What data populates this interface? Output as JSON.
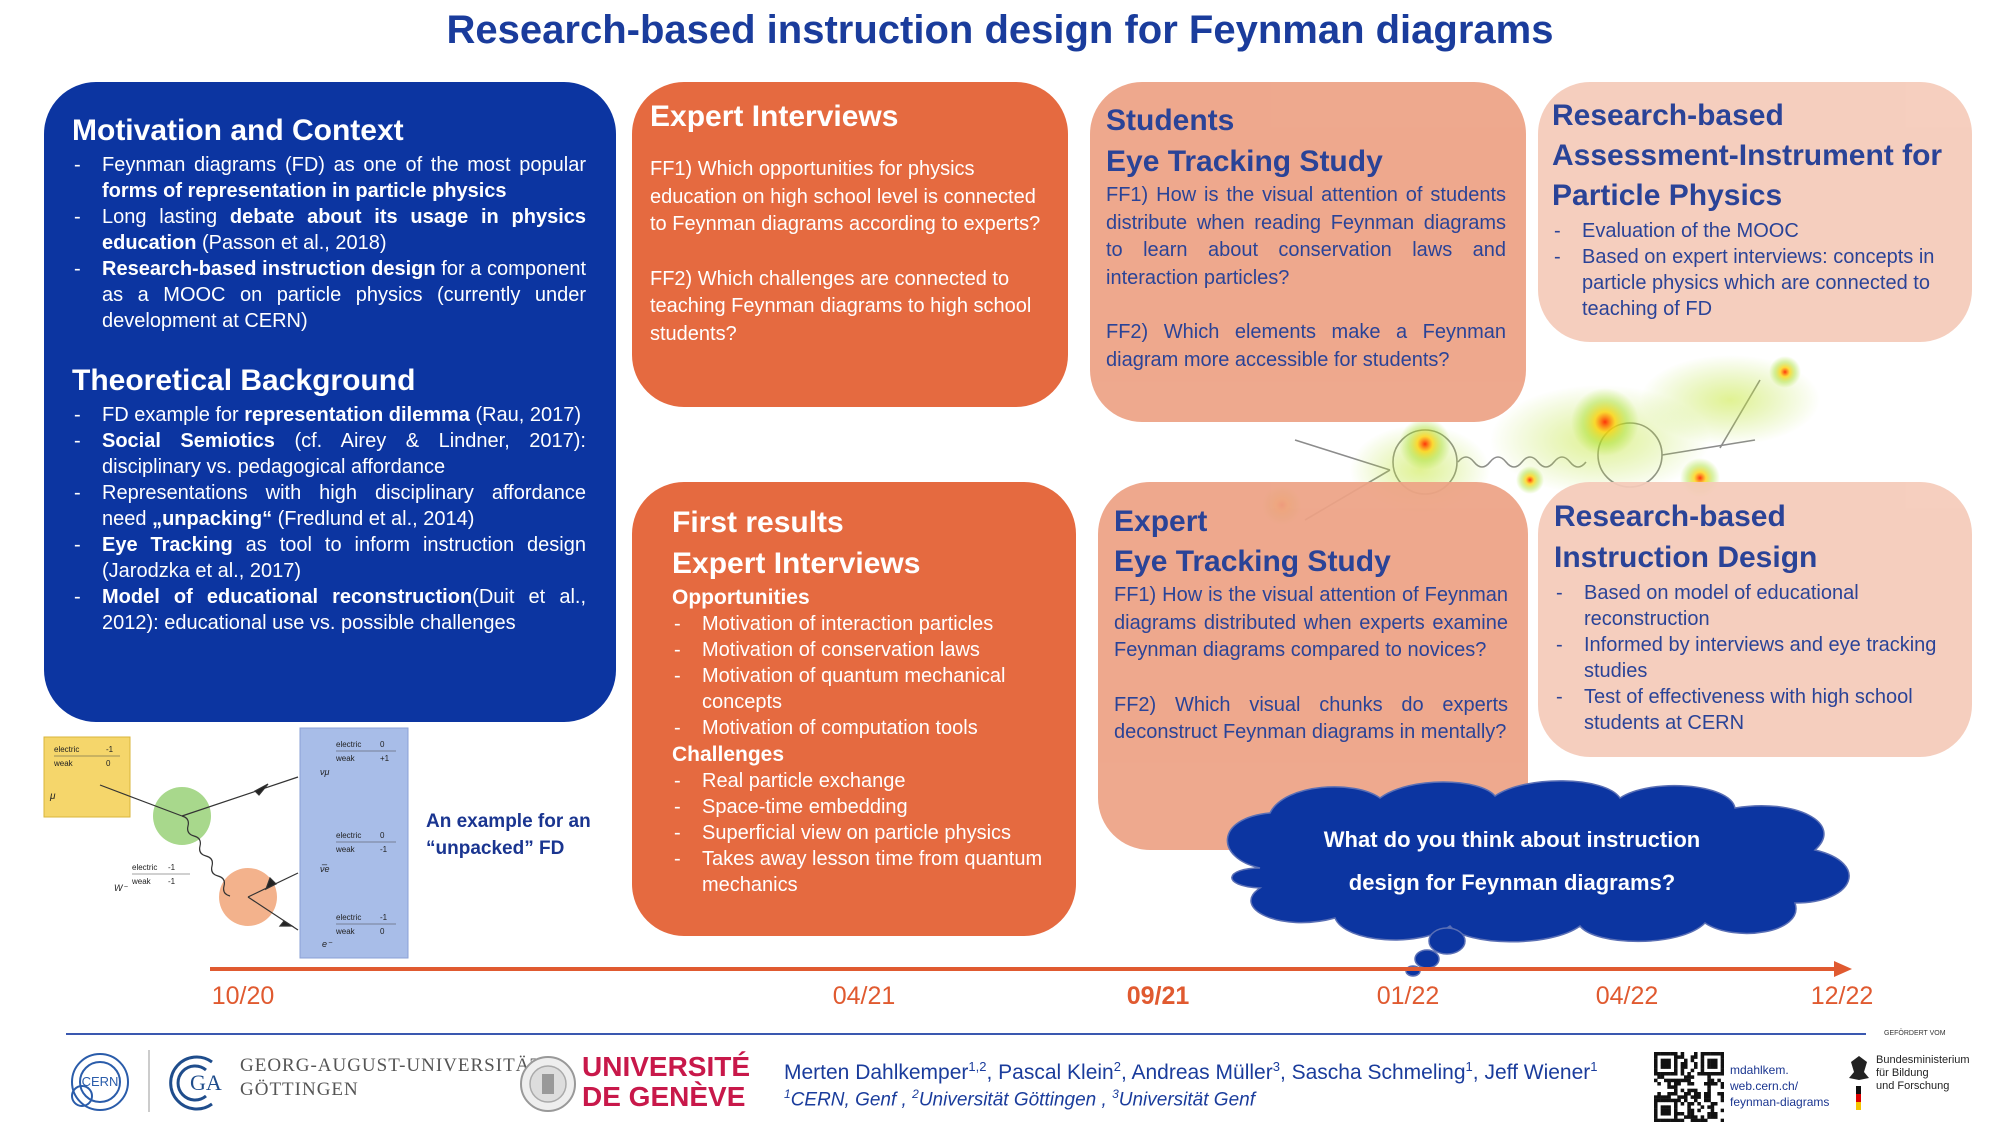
{
  "title": "Research-based instruction design for Feynman diagrams",
  "motivation": {
    "heading": "Motivation and Context",
    "items": [
      [
        {
          "t": "Feynman diagrams (FD) as one of the most popular "
        },
        {
          "t": "forms of representation in particle physics",
          "b": true
        }
      ],
      [
        {
          "t": "Long lasting "
        },
        {
          "t": "debate about its usage in physics education",
          "b": true
        },
        {
          "t": " (Passon et al., 2018)"
        }
      ],
      [
        {
          "t": "Research-based instruction design",
          "b": true
        },
        {
          "t": " for a component as a MOOC on particle physics (currently under development at CERN)"
        }
      ]
    ]
  },
  "theory": {
    "heading": "Theoretical Background",
    "items": [
      [
        {
          "t": "FD example for "
        },
        {
          "t": "representation dilemma",
          "b": true
        },
        {
          "t": " (Rau, 2017)"
        }
      ],
      [
        {
          "t": "Social Semiotics",
          "b": true
        },
        {
          "t": " (cf. Airey & Lindner, 2017): disciplinary vs. pedagogical affordance"
        }
      ],
      [
        {
          "t": "Representations with high disciplinary affordance need "
        },
        {
          "t": "„unpacking“",
          "b": true
        },
        {
          "t": " (Fredlund et al., 2014)"
        }
      ],
      [
        {
          "t": "Eye Tracking",
          "b": true
        },
        {
          "t": " as tool to inform instruction design (Jarodzka et al., 2017)"
        }
      ],
      [
        {
          "t": "Model of educational reconstruction",
          "b": true
        },
        {
          "t": "(Duit et al., 2012): educational use vs. possible challenges"
        }
      ]
    ]
  },
  "expert_interviews": {
    "heading": "Expert Interviews",
    "q1": "FF1) Which opportunities for physics education on high school level is connected to Feynman diagrams according to experts?",
    "q2": "FF2) Which challenges are connected to teaching Feynman diagrams to high school students?"
  },
  "first_results": {
    "heading1": "First results",
    "heading2": "Expert Interviews",
    "opportunities_label": "Opportunities",
    "opportunities": [
      "Motivation of interaction particles",
      "Motivation of conservation laws",
      "Motivation of quantum mechanical concepts",
      "Motivation of computation tools"
    ],
    "challenges_label": "Challenges",
    "challenges": [
      "Real particle exchange",
      "Space-time embedding",
      "Superficial view on particle physics",
      "Takes away lesson time from quantum mechanics"
    ]
  },
  "students_study": {
    "heading1": "Students",
    "heading2": "Eye Tracking Study",
    "q1": "FF1) How is the visual attention of students distribute when reading Feynman diagrams to learn about conservation laws and interaction particles?",
    "q2": "FF2) Which elements make a Feynman diagram more accessible for students?"
  },
  "expert_study": {
    "heading1": "Expert",
    "heading2": "Eye Tracking Study",
    "q1": "FF1) How is the visual attention of Feynman diagrams distributed when experts examine Feynman diagrams compared to novices?",
    "q2": "FF2) Which visual chunks do experts deconstruct Feynman diagrams in mentally?"
  },
  "assessment": {
    "heading": [
      "Research-based",
      "Assessment-Instrument for",
      "Particle Physics"
    ],
    "items": [
      "Evaluation of the MOOC",
      "Based on expert interviews: concepts in particle physics which are connected to teaching of FD"
    ]
  },
  "instruction_design": {
    "heading": [
      "Research-based",
      "Instruction Design"
    ],
    "items": [
      "Based on model of educational reconstruction",
      "Informed by interviews and eye tracking studies",
      "Test of effectiveness with high school students at CERN"
    ]
  },
  "cloud": {
    "line1": "What do you think about instruction",
    "line2": "design for Feynman diagrams?"
  },
  "example_caption": {
    "line1": "An example for an",
    "line2": "“unpacked” FD"
  },
  "fd_diagram": {
    "box_top_left": {
      "electric": "electric",
      "electric_val": "-1",
      "weak": "weak",
      "weak_val": "0",
      "particle": "μ"
    },
    "box_right_1": {
      "electric": "electric",
      "electric_val": "0",
      "weak": "weak",
      "weak_val": "+1",
      "particle": "νμ"
    },
    "box_right_2": {
      "electric": "electric",
      "electric_val": "0",
      "weak": "weak",
      "weak_val": "-1",
      "particle": "ν̅e"
    },
    "box_right_3": {
      "electric": "electric",
      "electric_val": "-1",
      "weak": "weak",
      "weak_val": "0",
      "particle": "e⁻"
    },
    "w_label": {
      "electric": "electric",
      "electric_val": "-1",
      "weak": "weak",
      "weak_val": "-1",
      "particle": "W⁻"
    }
  },
  "timeline": {
    "labels": [
      "10/20",
      "04/21",
      "09/21",
      "01/22",
      "04/22",
      "12/22"
    ],
    "bold_index": 2,
    "color": "#e05a30"
  },
  "authors": {
    "list": [
      {
        "name": "Merten Dahlkemper",
        "sup": "1,2"
      },
      {
        "name": "Pascal Klein",
        "sup": "2"
      },
      {
        "name": "Andreas Müller",
        "sup": "3"
      },
      {
        "name": "Sascha Schmeling",
        "sup": "1"
      },
      {
        "name": "Jeff Wiener",
        "sup": "1"
      }
    ],
    "affiliations": [
      {
        "sup": "1",
        "name": "CERN, Genf"
      },
      {
        "sup": "2",
        "name": "Universität Göttingen"
      },
      {
        "sup": "3",
        "name": "Universität Genf"
      }
    ]
  },
  "logos": {
    "cern": "CERN",
    "goettingen_line1": "GEORG-AUGUST-UNIVERSITÄT",
    "goettingen_line2": "GÖTTINGEN",
    "geneve_line1": "UNIVERSITÉ",
    "geneve_line2": "DE GENÈVE",
    "bmbf_top": "GEFÖRDERT VOM",
    "bmbf_lines": [
      "Bundesministerium",
      "für Bildung",
      "und Forschung"
    ]
  },
  "qr_link": [
    "mdahlkem.",
    "web.cern.ch/",
    "feynman-diagrams"
  ],
  "colors": {
    "blue": "#0c35a1",
    "orange": "#e56a40",
    "salmon": "#eda285",
    "pink": "#f5cbba",
    "title": "#1a3c9c"
  }
}
